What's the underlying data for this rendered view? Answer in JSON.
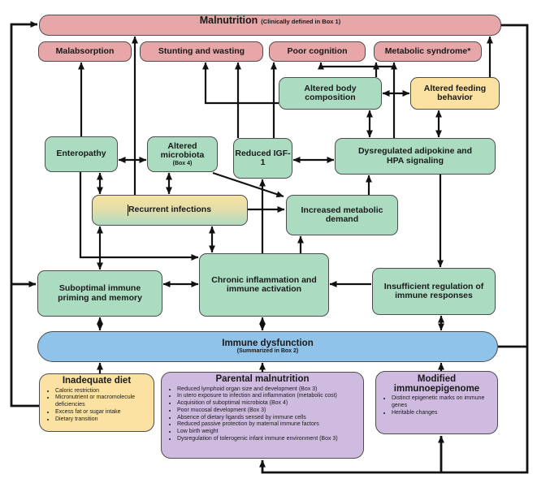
{
  "figure": {
    "type": "flow-diagram",
    "colors": {
      "outcome_pink": "#e7a6a7",
      "mechanism_green": "#abdcc2",
      "behavior_yellow": "#fbe2a2",
      "immune_blue": "#8fc3ea",
      "cause_purple": "#cfbae0",
      "arrow_black": "#111111"
    }
  },
  "nodes": {
    "malnutrition": {
      "title": "Malnutrition",
      "note": "(Clinically defined in Box 1)"
    },
    "malabsorption": {
      "label": "Malabsorption"
    },
    "stunting": {
      "label": "Stunting and wasting"
    },
    "poor_cognition": {
      "label": "Poor cognition"
    },
    "metabolic_syndrome": {
      "label": "Metabolic syndrome*"
    },
    "altered_body": {
      "label": "Altered body composition"
    },
    "altered_feeding": {
      "label": "Altered feeding behavior"
    },
    "enteropathy": {
      "label": "Enteropathy"
    },
    "altered_microbiota": {
      "label": "Altered microbiota",
      "note": "(Box 4)"
    },
    "reduced_igf1": {
      "label": "Reduced IGF-1"
    },
    "dysregulated_adipokine": {
      "label": "Dysregulated adipokine and HPA signaling"
    },
    "recurrent_infections": {
      "label": "Recurrent infections"
    },
    "increased_metabolic": {
      "label": "Increased metabolic demand"
    },
    "suboptimal_immune": {
      "label": "Suboptimal immune priming and memory"
    },
    "chronic_inflammation": {
      "label": "Chronic inflammation and immune activation"
    },
    "insufficient_regulation": {
      "label": "Insufficient regulation of immune responses"
    },
    "immune_dysfunction": {
      "title": "Immune dysfunction",
      "note": "(Summarized in Box 2)"
    },
    "inadequate_diet": {
      "title": "Inadequate diet",
      "bullets": [
        "Caloric restriction",
        "Micronutrient or macromolecule deficiencies",
        "Excess fat or sugar intake",
        "Dietary transition"
      ]
    },
    "parental_malnutrition": {
      "title": "Parental malnutrition",
      "bullets": [
        "Reduced lymphoid organ size and development (Box 3)",
        "In utero exposure to infection and inflammation (metabolic cost)",
        "Acquisition of suboptimal microbiota (Box 4)",
        "Poor mucosal development (Box 3)",
        "Absence of dietary ligands sensed by immune cells",
        "Reduced passive protection by maternal immune factors",
        "Low birth weight",
        "Dysregulation of tolerogenic infant immune environment (Box 3)"
      ]
    },
    "modified_immunoepigenome": {
      "title": "Modified immunoepigenome",
      "bullets": [
        "Distinct epigenetic marks on immune genes",
        "Heritable changes"
      ]
    }
  }
}
